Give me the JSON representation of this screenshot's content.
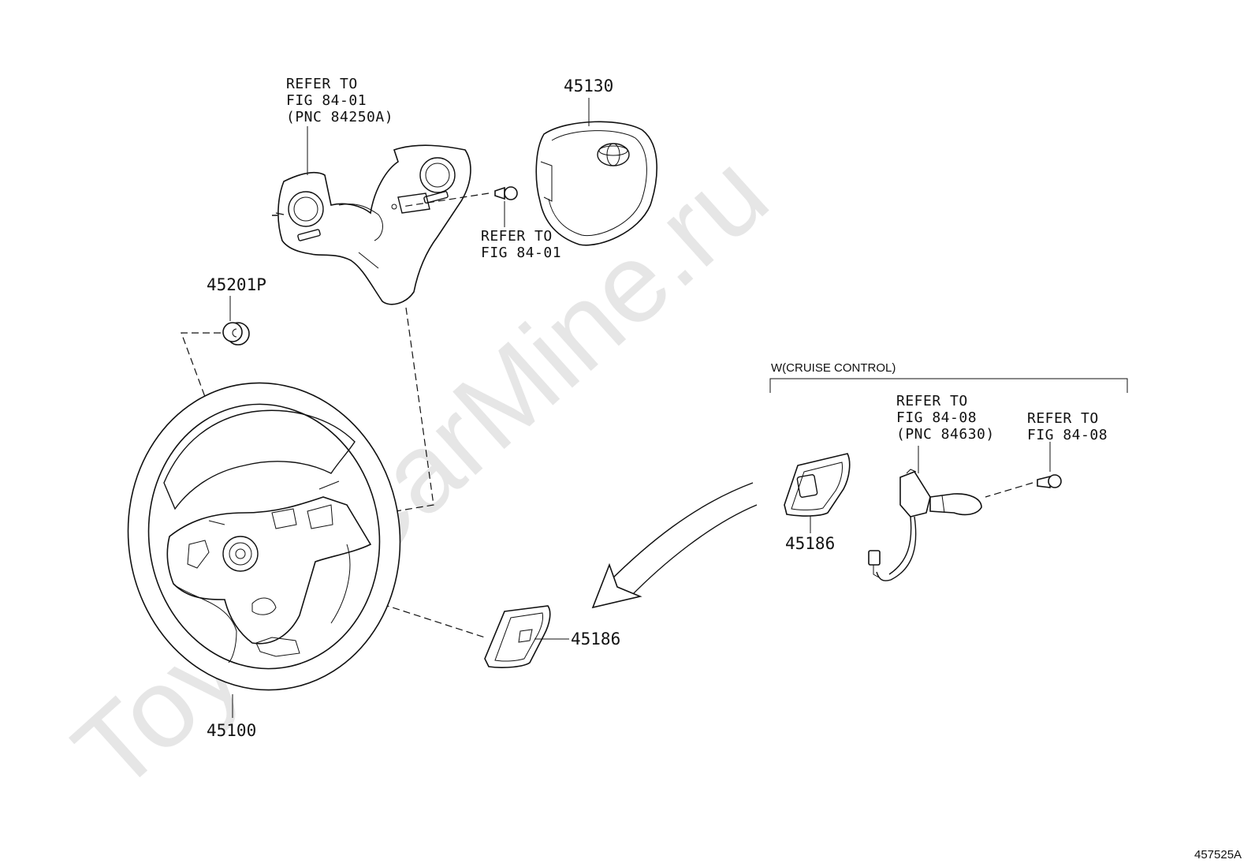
{
  "watermark": "ToyotaCarMine.ru",
  "figure_code": "457525A",
  "labels": {
    "refer_84_01_pnc": [
      "REFER TO",
      "FIG 84-01",
      "(PNC 84250A)"
    ],
    "refer_84_01": [
      "REFER TO",
      "FIG 84-01"
    ],
    "refer_84_08_pnc": [
      "REFER TO",
      "FIG 84-08",
      "(PNC 84630)"
    ],
    "refer_84_08": [
      "REFER TO",
      "FIG 84-08"
    ],
    "cruise_group": "W(CRUISE CONTROL)"
  },
  "parts": {
    "airbag": "45130",
    "screw_cap": "45201P",
    "steering_wheel": "45100",
    "cover_main": "45186",
    "cover_cruise": "45186"
  }
}
